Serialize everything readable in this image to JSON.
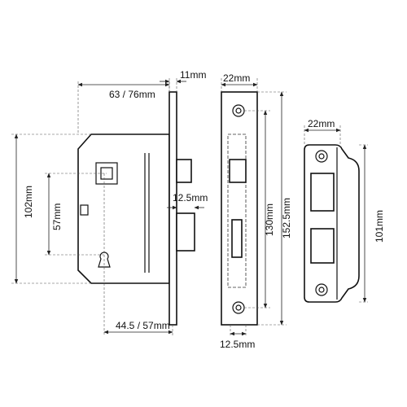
{
  "dimensions": {
    "backset": "63 / 76mm",
    "faceplate_thickness": "11mm",
    "forend_width": "22mm",
    "case_height": "102mm",
    "centres": "57mm",
    "bolt_projection": "12.5mm",
    "keyhole_backset": "44.5 / 57mm",
    "fixing_centres": "130mm",
    "forend_height": "152.5mm",
    "forend_bottom_width": "12.5mm",
    "strike_width": "22mm",
    "strike_height": "101mm"
  },
  "colors": {
    "line": "#111111",
    "background": "#ffffff"
  }
}
